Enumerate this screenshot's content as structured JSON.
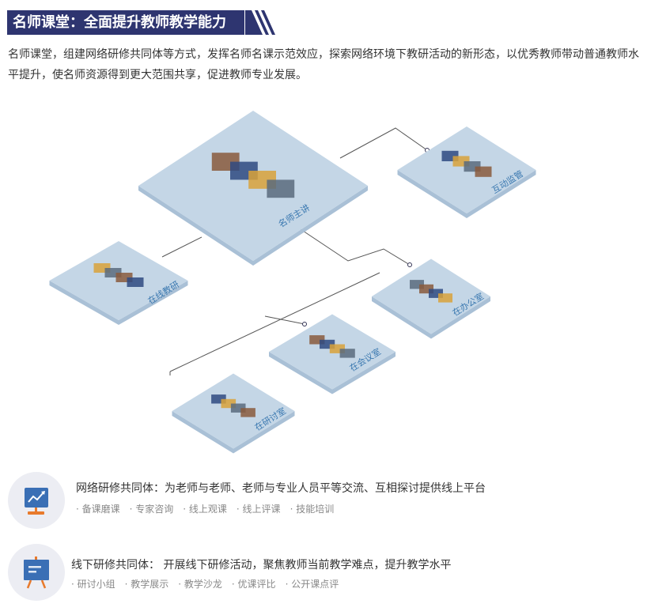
{
  "header": {
    "title": "名师课堂：全面提升教师教学能力"
  },
  "intro": "名师课堂，组建网络研修共同体等方式，发挥名师名课示范效应，探索网络环境下教研活动的新形态，以优秀教师带动普通教师水平提升，使名师资源得到更大范围共享，促进教师专业发展。",
  "diagram": {
    "platforms": [
      {
        "label": "名师主讲"
      },
      {
        "label": "互动监管"
      },
      {
        "label": "在线教研"
      },
      {
        "label": "在办公室"
      },
      {
        "label": "在会议室"
      },
      {
        "label": "在研讨室"
      }
    ],
    "colors": {
      "platform": "#c4d6e6",
      "platform_side": "#a9c0d6",
      "label": "#3a78b0"
    }
  },
  "features": [
    {
      "icon": "chart-board-icon",
      "title": "网络研修共同体：为老师与老师、老师与专业人员平等交流、互相探讨提供线上平台",
      "tags": [
        "· 备课磨课",
        "· 专家咨询",
        "· 线上观课",
        "· 线上评课",
        "· 技能培训"
      ]
    },
    {
      "icon": "easel-board-icon",
      "title": "线下研修共同体： 开展线下研修活动，聚焦教师当前教学难点，提升教学水平",
      "tags": [
        "· 研讨小组",
        "· 教学展示",
        "· 教学沙龙",
        "· 优课评比",
        "· 公开课点评"
      ]
    }
  ]
}
